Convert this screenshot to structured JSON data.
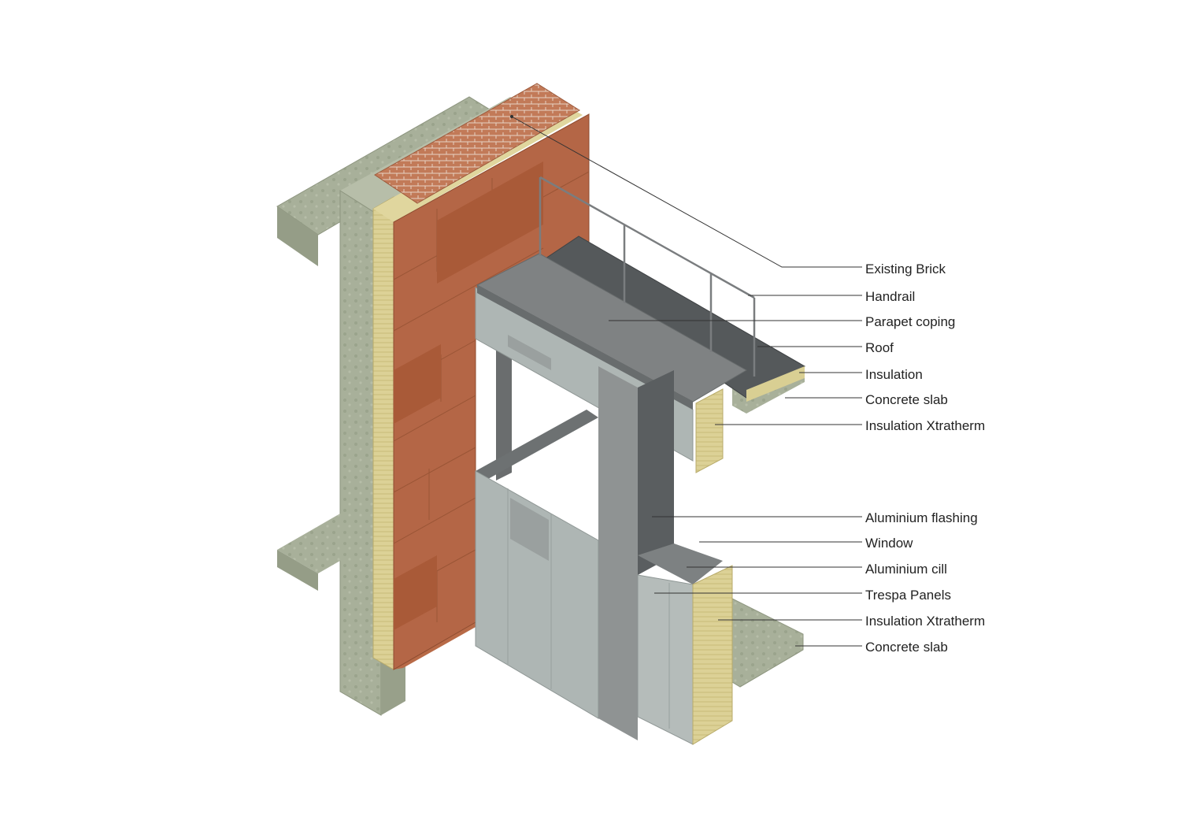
{
  "diagram": {
    "labels": [
      {
        "id": "existing-brick",
        "text": "Existing Brick"
      },
      {
        "id": "handrail",
        "text": "Handrail"
      },
      {
        "id": "parapet-coping",
        "text": "Parapet coping"
      },
      {
        "id": "roof",
        "text": "Roof"
      },
      {
        "id": "insulation",
        "text": "Insulation"
      },
      {
        "id": "concrete-slab-upper",
        "text": "Concrete slab"
      },
      {
        "id": "insulation-xtratherm-upper",
        "text": "Insulation Xtratherm"
      },
      {
        "id": "aluminium-flashing",
        "text": "Aluminium flashing"
      },
      {
        "id": "window",
        "text": "Window"
      },
      {
        "id": "aluminium-cill",
        "text": "Aluminium cill"
      },
      {
        "id": "trespa-panels",
        "text": "Trespa Panels"
      },
      {
        "id": "insulation-xtratherm-lower",
        "text": "Insulation Xtratherm"
      },
      {
        "id": "concrete-slab-lower",
        "text": "Concrete slab"
      }
    ],
    "colors": {
      "concrete": "#a9b19b",
      "terracotta": "#b86a47",
      "insulation": "#d9cf93",
      "brick": "#b5694a",
      "trespa": "#aeb6b4",
      "coping": "#7f8283",
      "roof": "#55595b",
      "leader": "#333333"
    }
  }
}
